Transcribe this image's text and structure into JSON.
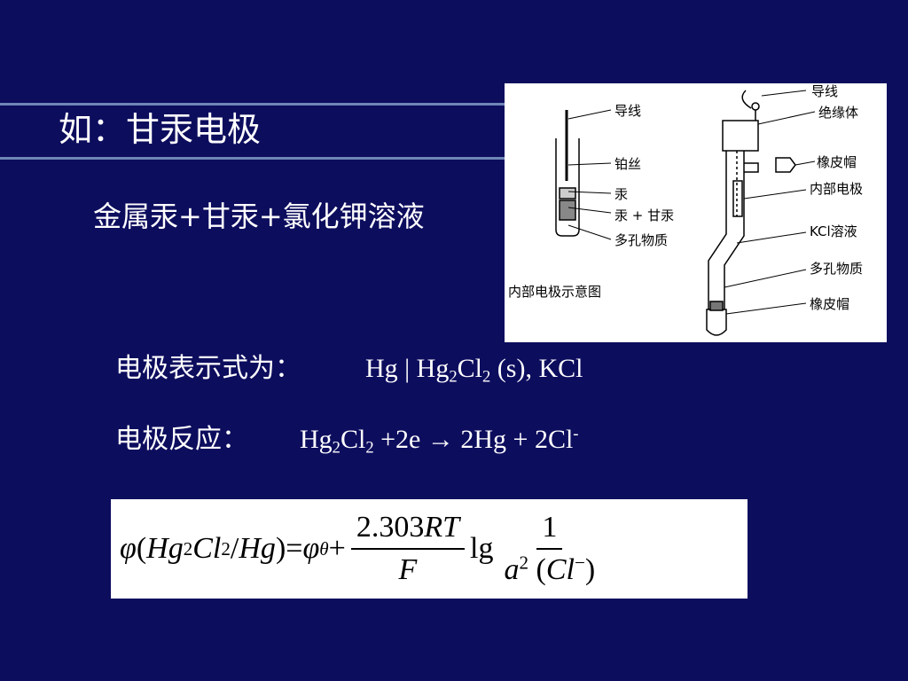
{
  "title": "如：甘汞电极",
  "subtitle": "金属汞+甘汞+氯化钾溶液",
  "diagram": {
    "left_labels": [
      "导线",
      "铂丝",
      "汞",
      "汞 + 甘汞",
      "多孔物质"
    ],
    "caption": "内部电极示意图",
    "right_labels": [
      "导线",
      "绝缘体",
      "橡皮帽",
      "内部电极",
      "KCl溶液",
      "多孔物质",
      "橡皮帽"
    ]
  },
  "notation": {
    "label": "电极表示式为：",
    "hg": "Hg | Hg",
    "sub1": "2",
    "cl": "Cl",
    "sub2": "2",
    "rest": " (s), KCl"
  },
  "reaction": {
    "label": "电极反应：",
    "hg": "Hg",
    "sub1": "2",
    "cl": "Cl",
    "sub2": "2",
    "rest": " +2e → 2Hg + 2Cl",
    "sup": "-"
  },
  "equation": {
    "phi": "φ",
    "open": "(",
    "hg": "Hg",
    "sub1": "2",
    "cl": "Cl",
    "sub2": "2",
    "slash": " / ",
    "hg2": "Hg",
    "close": ")",
    "equals": " = ",
    "phi0": "φ",
    "theta": "θ",
    "plus": " + ",
    "num": "2.303",
    "rt": "RT",
    "den": "F",
    "lg": "lg",
    "num2": "1",
    "a": "a",
    "a_sup": "2",
    "paren_open": "(",
    "cl2": "Cl",
    "minus": "−",
    "paren_close": ")"
  }
}
